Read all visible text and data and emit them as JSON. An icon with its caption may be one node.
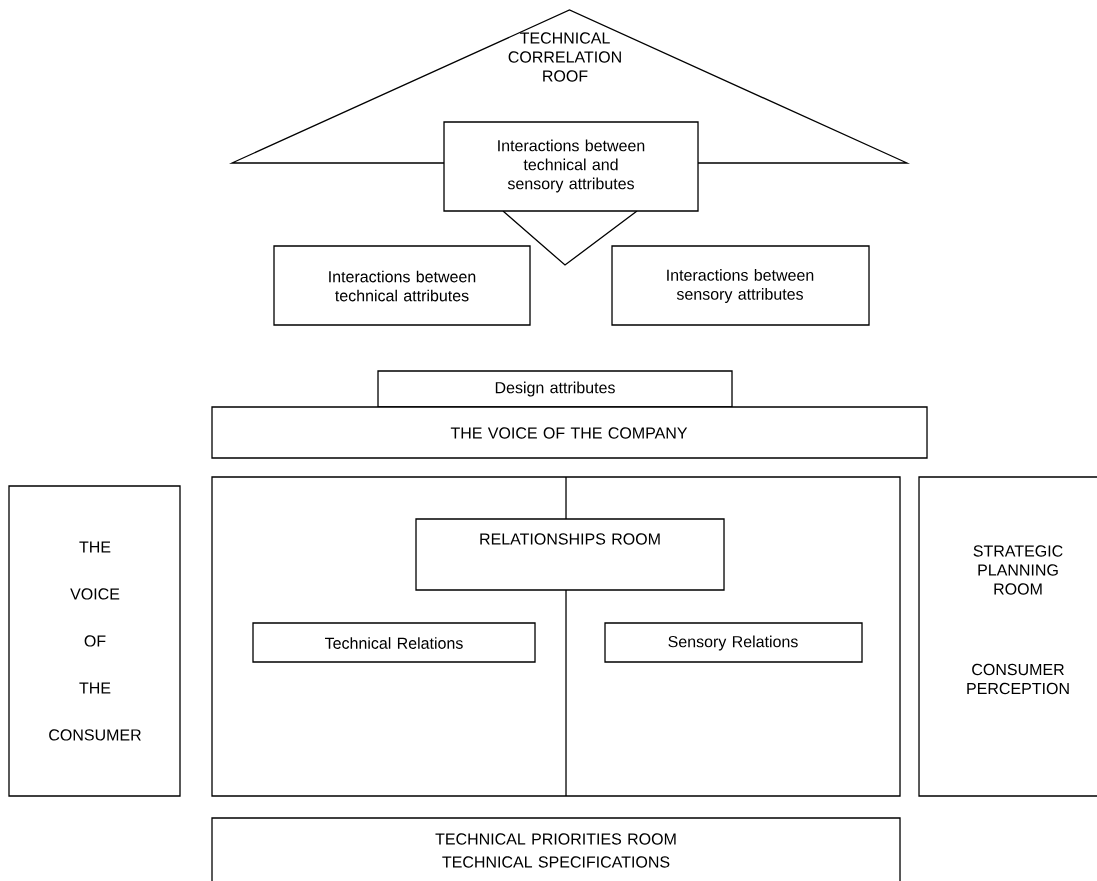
{
  "diagram": {
    "nodes": [
      {
        "text": [
          "TECHNICAL CORRELATION ROOF"
        ]
      },
      {
        "text": [
          "Interactions between technical and sensory attributes"
        ]
      },
      {
        "text": [
          "Interactions between technical attributes"
        ]
      },
      {
        "text": [
          "Interactions between sensory attributes"
        ]
      },
      {
        "text": [
          "Design attributes"
        ]
      },
      {
        "text": [
          "THE VOICE OF THE COMPANY"
        ]
      },
      {
        "text": [
          "THE VOICE OF THE CONSUMER"
        ]
      },
      {
        "text": [],
        "shape": "box"
      },
      {
        "text": [
          "RELATIONSHIPS ROOM"
        ],
        "in": 7
      },
      {
        "text": [
          "Technical Relations"
        ],
        "in": 7
      },
      {
        "text": [
          "Sensory Relations"
        ],
        "in": 7
      },
      {
        "text": [
          "STRATEGIC PLANNING ROOM",
          "CONSUMER PERCEPTION"
        ]
      },
      {
        "text": [
          "TECHNICAL PRIORITIES ROOM",
          "TECHNICAL SPECIFICATIONS"
        ]
      }
    ]
  }
}
